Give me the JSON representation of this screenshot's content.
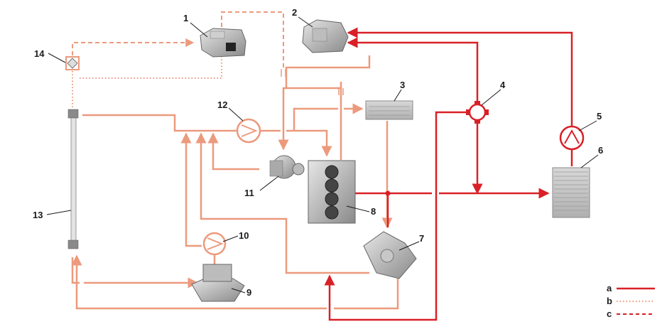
{
  "callouts": [
    "1",
    "2",
    "3",
    "4",
    "5",
    "6",
    "7",
    "8",
    "9",
    "10",
    "11",
    "12",
    "13",
    "14"
  ],
  "legend": [
    {
      "label": "a",
      "style": "solid"
    },
    {
      "label": "b",
      "style": "dotted"
    },
    {
      "label": "c",
      "style": "dashed"
    }
  ],
  "colors": {
    "high_temp": "#d92027",
    "low_temp": "#ec9a7d",
    "component_gray": "#9a9a9a"
  }
}
